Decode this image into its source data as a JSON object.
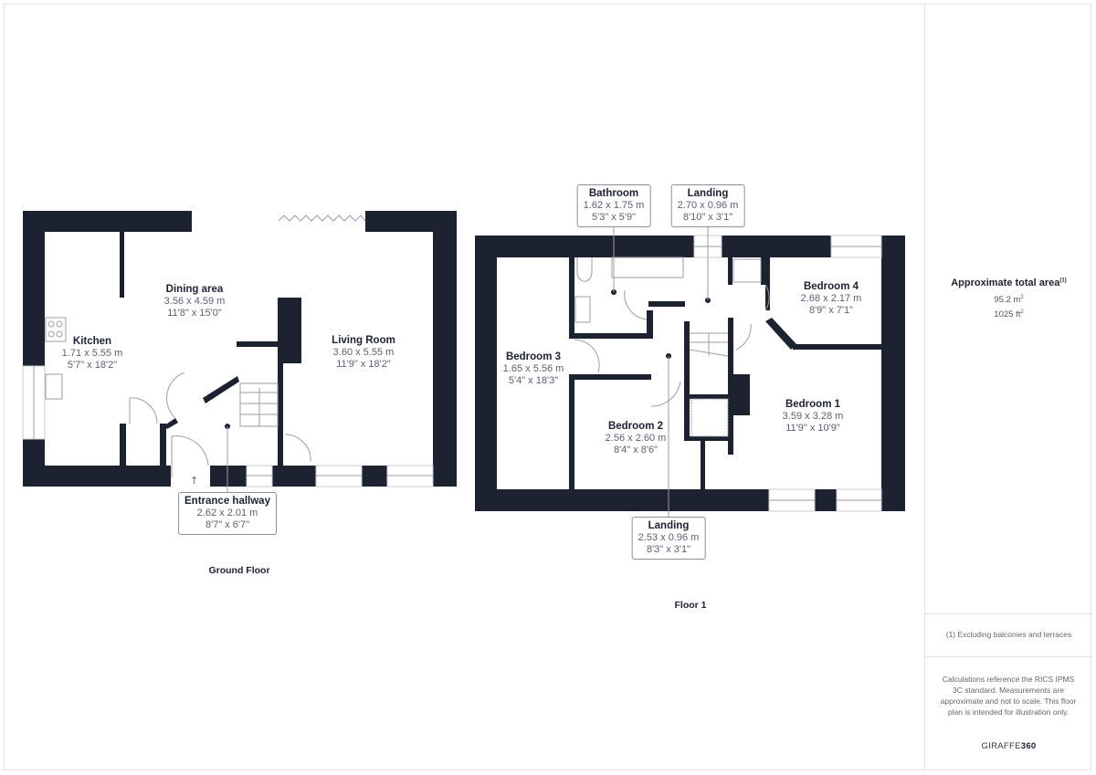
{
  "floors": [
    {
      "title": "Ground Floor",
      "rooms": [
        {
          "name": "Kitchen",
          "metric": "1.71 x 5.55 m",
          "imperial": "5'7\" x 18'2\""
        },
        {
          "name": "Dining area",
          "metric": "3.56 x 4.59 m",
          "imperial": "11'8\" x 15'0\""
        },
        {
          "name": "Living Room",
          "metric": "3.60 x 5.55 m",
          "imperial": "11'9\" x 18'2\""
        },
        {
          "name": "Entrance hallway",
          "metric": "2.62 x 2.01 m",
          "imperial": "8'7\" x 6'7\""
        }
      ]
    },
    {
      "title": "Floor 1",
      "rooms": [
        {
          "name": "Bathroom",
          "metric": "1.62 x 1.75 m",
          "imperial": "5'3\" x 5'9\""
        },
        {
          "name": "Landing",
          "metric": "2.70 x 0.96 m",
          "imperial": "8'10\" x 3'1\""
        },
        {
          "name": "Bedroom 4",
          "metric": "2.68 x 2.17 m",
          "imperial": "8'9\" x 7'1\""
        },
        {
          "name": "Bedroom 3",
          "metric": "1.65 x 5.56 m",
          "imperial": "5'4\" x 18'3\""
        },
        {
          "name": "Bedroom 2",
          "metric": "2.56 x 2.60 m",
          "imperial": "8'4\" x 8'6\""
        },
        {
          "name": "Bedroom 1",
          "metric": "3.59 x 3.28 m",
          "imperial": "11'9\" x 10'9\""
        },
        {
          "name": "Landing",
          "metric": "2.53 x 0.96 m",
          "imperial": "8'3\" x 3'1\""
        }
      ]
    }
  ],
  "sidebar": {
    "area_title": "Approximate total area",
    "area_footnote_mark": "(1)",
    "area_m2": "95.2 m",
    "area_ft2": "1025 ft",
    "footnote": "(1) Excluding balconies and terraces",
    "disclaimer": "Calculations reference the RICS IPMS 3C standard. Measurements are approximate and not to scale. This floor plan is intended for illustration only.",
    "brand_prefix": "GIRAFFE",
    "brand_suffix": "360"
  },
  "colors": {
    "wall": "#1c2230",
    "fixture": "#9a9ea6",
    "text_secondary": "#5a6070"
  }
}
